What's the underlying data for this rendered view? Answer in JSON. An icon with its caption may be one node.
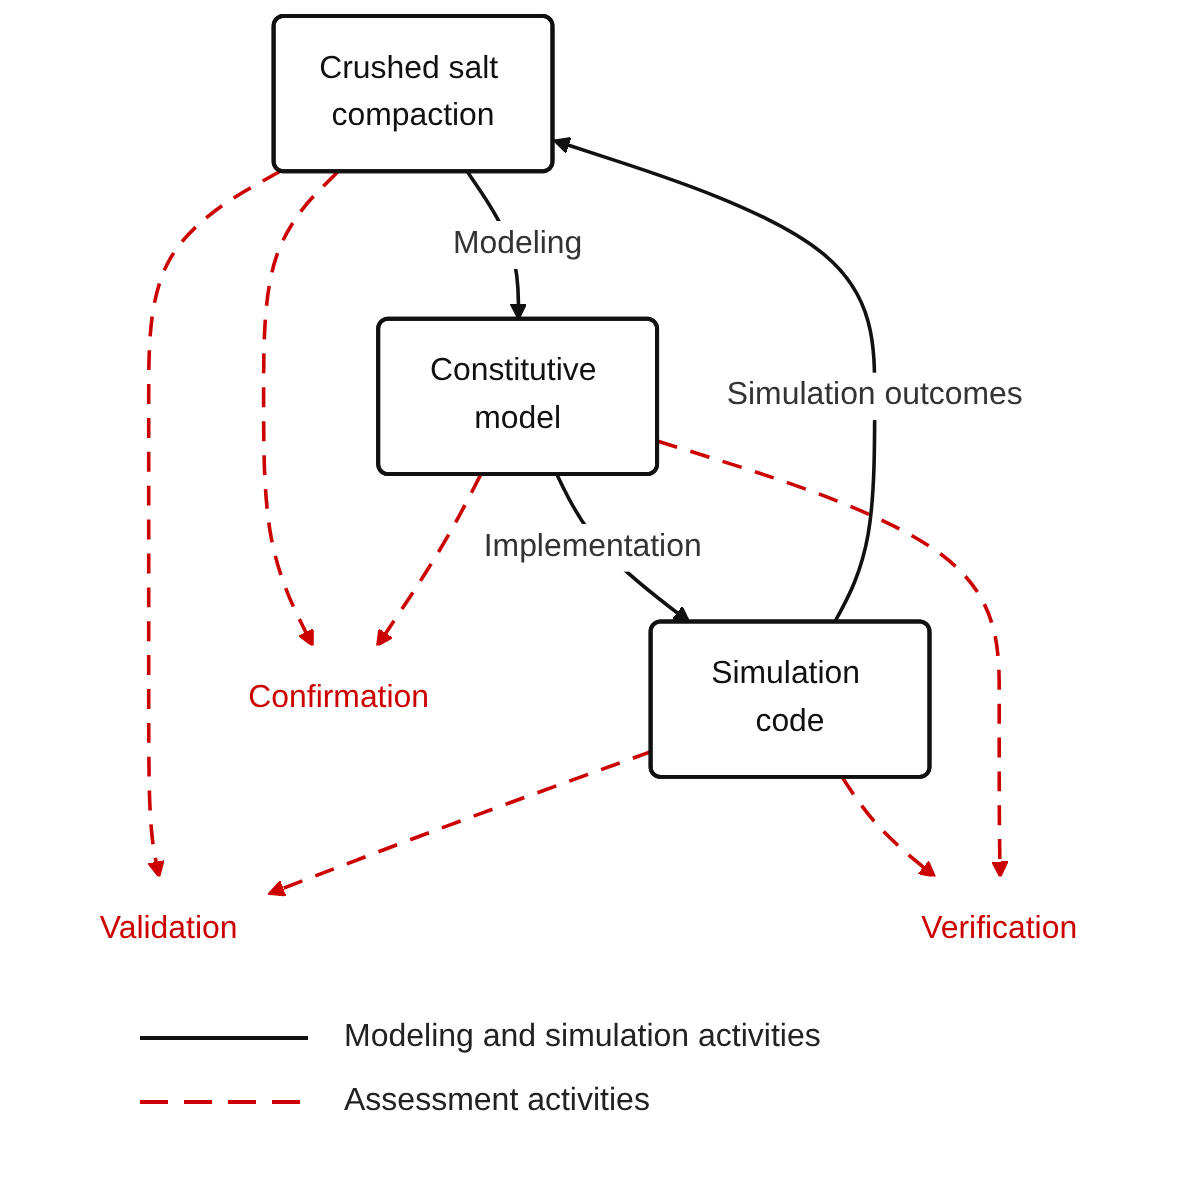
{
  "diagram": {
    "nodes": [
      {
        "text": [
          "Crushed salt compaction"
        ]
      },
      {
        "text": [
          "Constitutive model"
        ]
      },
      {
        "text": [
          "Simulation code"
        ]
      },
      {
        "text": [
          "Confirmation"
        ]
      },
      {
        "text": [
          "Validation"
        ]
      },
      {
        "text": [
          "Verification"
        ]
      }
    ],
    "edges": [
      {
        "from": 0,
        "to": 1,
        "arrow": "to",
        "label": "Modeling",
        "color": "#111111"
      },
      {
        "from": 1,
        "to": 2,
        "arrow": "to",
        "label": "Implementation",
        "color": "#111111"
      },
      {
        "from": 2,
        "to": 0,
        "arrow": "to",
        "label": "Simulation outcomes",
        "color": "#111111"
      },
      {
        "from": 0,
        "to": 3,
        "arrow": "to",
        "style": "dashed",
        "color": "#cc0000"
      },
      {
        "from": 1,
        "to": 3,
        "arrow": "to",
        "style": "dashed",
        "color": "#cc0000"
      },
      {
        "from": 0,
        "to": 4,
        "arrow": "to",
        "style": "dashed",
        "color": "#cc0000"
      },
      {
        "from": 2,
        "to": 4,
        "arrow": "to",
        "style": "dashed",
        "color": "#cc0000"
      },
      {
        "from": 2,
        "to": 5,
        "arrow": "to",
        "style": "dashed",
        "color": "#cc0000"
      },
      {
        "from": 1,
        "to": 5,
        "arrow": "to",
        "style": "dashed",
        "color": "#cc0000"
      }
    ],
    "legend": [
      {
        "text": "Modeling and simulation activities"
      },
      {
        "text": "Assessment activities"
      }
    ]
  }
}
